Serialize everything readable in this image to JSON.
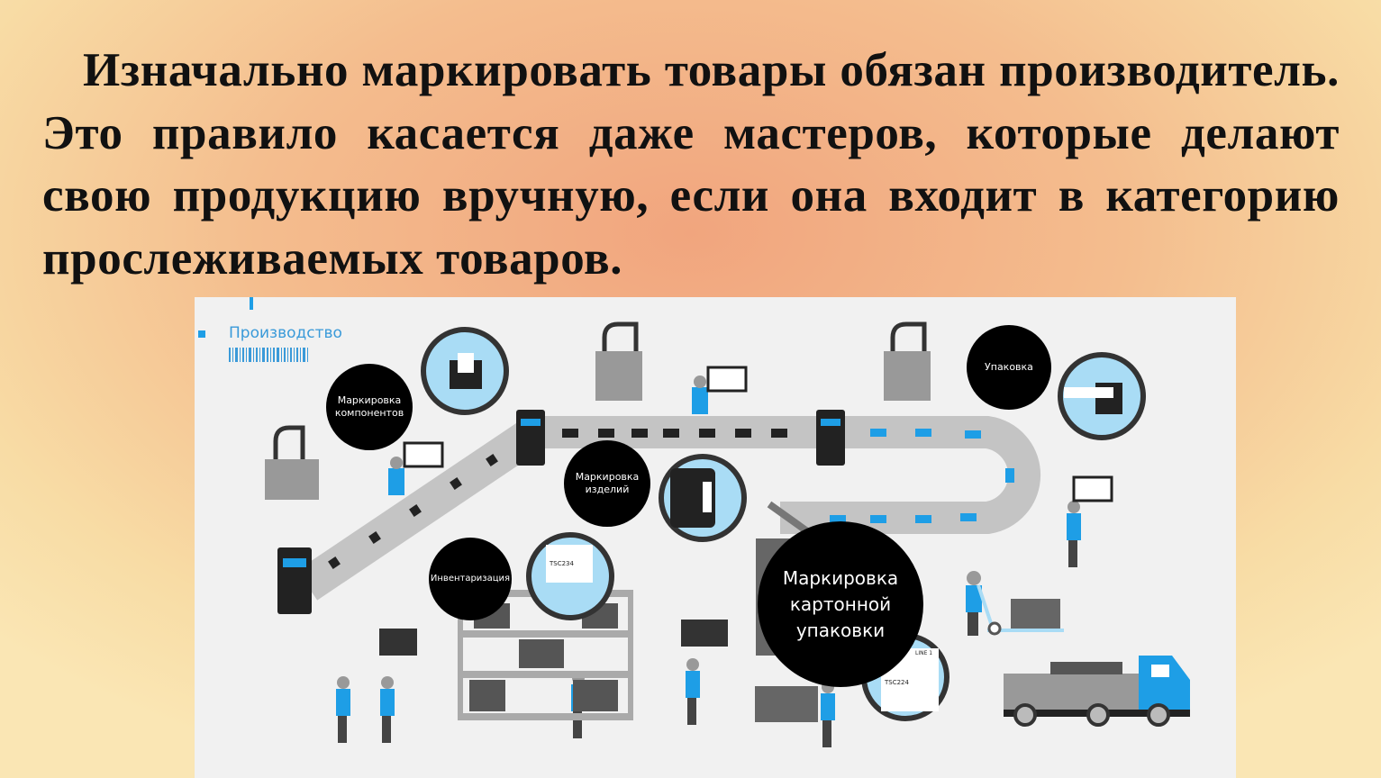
{
  "slide": {
    "heading": "Изначально маркировать товары обязан производитель. Это правило касается даже мастеров, которые делают свою продукцию вручную, если она входит в категорию прослеживаемых товаров."
  },
  "diagram": {
    "section_label": "Производство",
    "stages": {
      "components": "Маркировка компонентов",
      "products": "Маркировка изделий",
      "inventory": "Инвентаризация",
      "packaging": "Упаковка",
      "carton": "Маркировка картонной упаковки"
    },
    "label_codes": {
      "code1": "TSC234",
      "code2": "LINE 1",
      "code3": "TSC224"
    },
    "colors": {
      "accent": "#1e9ee6",
      "light_blue": "#a9dcf5",
      "dark": "#111111",
      "gray": "#bdbdbd"
    }
  }
}
